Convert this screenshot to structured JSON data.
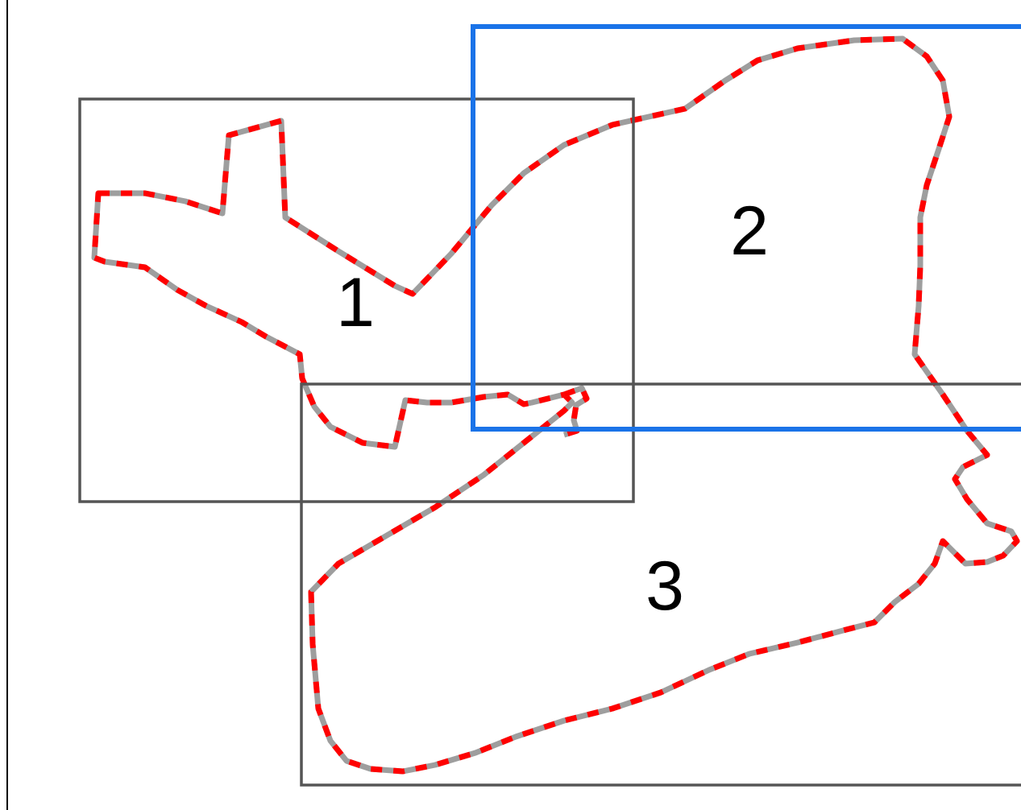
{
  "diagram": {
    "regions": [
      {
        "id": "1",
        "label": "1",
        "selected": false
      },
      {
        "id": "2",
        "label": "2",
        "selected": true
      },
      {
        "id": "3",
        "label": "3",
        "selected": false
      }
    ],
    "colors": {
      "background": "#ffffff",
      "frame": "#000000",
      "box": "#555555",
      "selected_box": "#1a73e8",
      "outline_base": "#9e9e9e",
      "outline_dash": "#ff0000",
      "label": "#000000"
    }
  }
}
